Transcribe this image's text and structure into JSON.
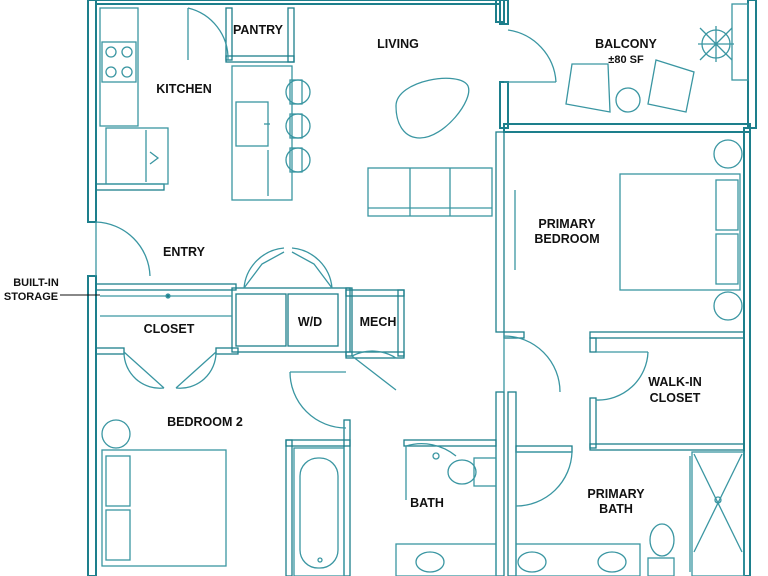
{
  "colors": {
    "wall": "#1d7f8c",
    "fixture": "#3a96a2",
    "label": "#111111",
    "background": "#ffffff"
  },
  "rooms": {
    "pantry": "PANTRY",
    "living": "LIVING",
    "balcony": "BALCONY",
    "balcony_area": "±80 SF",
    "kitchen": "KITCHEN",
    "primary_bedroom_line1": "PRIMARY",
    "primary_bedroom_line2": "BEDROOM",
    "entry": "ENTRY",
    "closet": "CLOSET",
    "wd": "W/D",
    "mech": "MECH",
    "walkin_line1": "WALK-IN",
    "walkin_line2": "CLOSET",
    "bedroom2": "BEDROOM 2",
    "bath": "BATH",
    "primary_bath_line1": "PRIMARY",
    "primary_bath_line2": "BATH"
  },
  "callouts": {
    "builtin_line1": "BUILT-IN",
    "builtin_line2": "STORAGE"
  }
}
